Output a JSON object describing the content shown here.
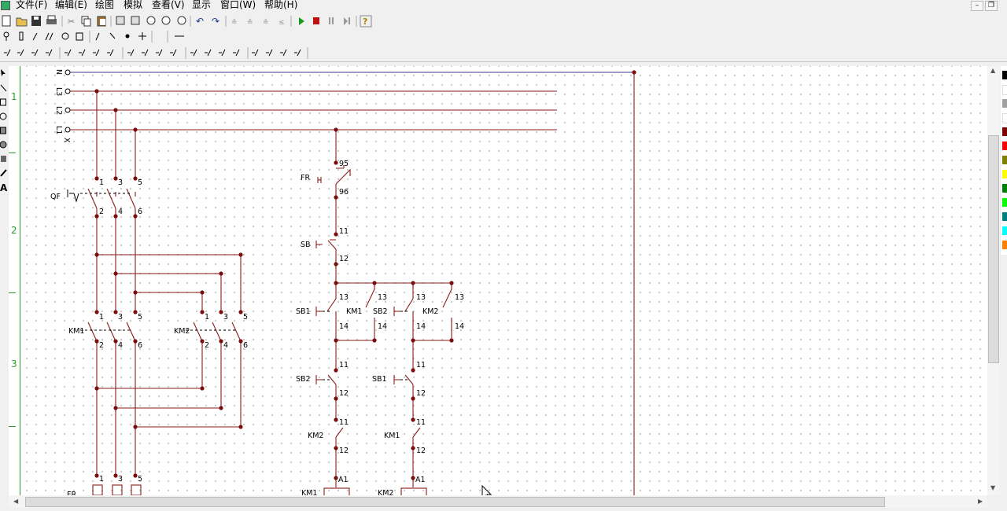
{
  "menu": [
    "文件(F)",
    "编辑(E)",
    "绘图",
    "模拟",
    "查看(V)",
    "显示",
    "窗口(W)",
    "帮助(H)"
  ],
  "ruler": {
    "rows": [
      "1",
      "2",
      "3"
    ]
  },
  "bus": {
    "n": "N",
    "l3": "L3",
    "l2": "L2",
    "l1": "L1",
    "x": "X"
  },
  "devices": {
    "qf": "QF",
    "km1": "KM1",
    "km2": "KM2",
    "fr": "FR",
    "sb": "SB",
    "sb1": "SB1",
    "sb2": "SB2"
  },
  "terminals": {
    "t1": "1",
    "t2": "2",
    "t3": "3",
    "t4": "4",
    "t5": "5",
    "t6": "6",
    "t95": "95",
    "t96": "96",
    "t11": "11",
    "t12": "12",
    "t13": "13",
    "t14": "14",
    "a1": "A1"
  },
  "colors": {
    "wire": "#8b1a1a",
    "neutral": "#3a3a8c",
    "node": "#7a0e0e",
    "ruler": "#2aa02a",
    "palette": [
      "#000000",
      "#ffffff",
      "#a0a0a0",
      "#ffffff",
      "#800000",
      "#ff0000",
      "#808000",
      "#ffff00",
      "#008000",
      "#00ff00",
      "#008080",
      "#00ffff",
      "#ff8000"
    ]
  }
}
